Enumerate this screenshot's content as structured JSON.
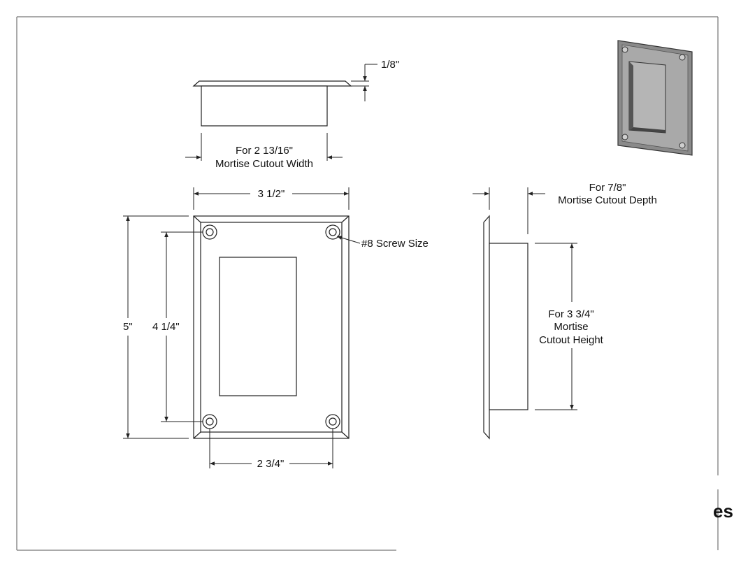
{
  "labels": {
    "top_thickness": "1/8\"",
    "cutout_width_line1": "For 2 13/16\"",
    "cutout_width_line2": "Mortise Cutout Width",
    "overall_width": "3 1/2\"",
    "overall_height": "5\"",
    "hole_spacing_vertical": "4 1/4\"",
    "hole_spacing_horizontal": "2 3/4\"",
    "screw_size": "#8 Screw Size",
    "cutout_depth_line1": "For 7/8\"",
    "cutout_depth_line2": "Mortise Cutout Depth",
    "cutout_height_line1": "For 3 3/4\"",
    "cutout_height_line2": "Mortise",
    "cutout_height_line3": "Cutout Height",
    "edge_fragment": "es"
  },
  "colors": {
    "line": "#222222",
    "iso_plate": "#8a8a8a",
    "iso_plate_light": "#a9a9a9",
    "iso_recess": "#b5b5b5"
  }
}
